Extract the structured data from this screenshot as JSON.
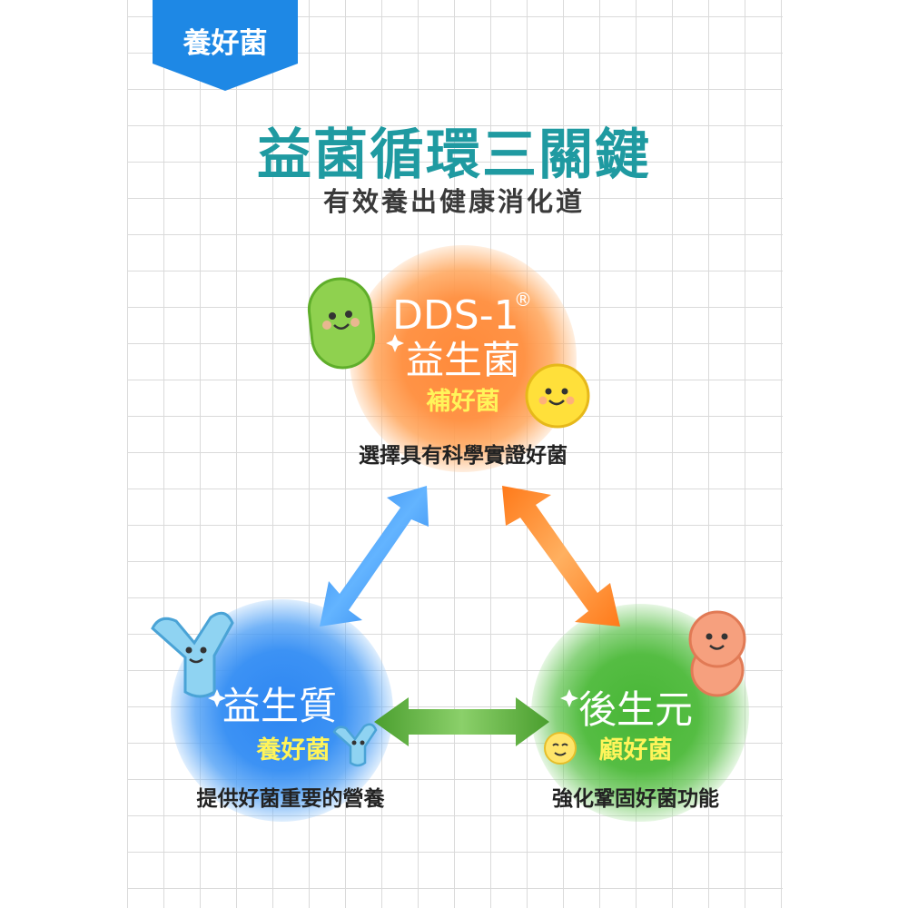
{
  "tag": {
    "label": "養好菌",
    "color": "#1e88e5"
  },
  "header": {
    "title": "益菌循環三關鍵",
    "subtitle": "有效養出健康消化道",
    "title_color": "#1f9aa1"
  },
  "nodes": {
    "top": {
      "name": "DDS-1",
      "mark": "®",
      "main": "益生菌",
      "sub": "補好菌",
      "desc": "選擇具有科學實證好菌",
      "color": "#ff8a3a"
    },
    "left": {
      "main": "益生質",
      "sub": "養好菌",
      "desc": "提供好菌重要的營養",
      "color": "#2d86f2"
    },
    "right": {
      "main": "後生元",
      "sub": "顧好菌",
      "desc": "強化鞏固好菌功能",
      "color": "#48b636"
    }
  },
  "arrows": {
    "top_left_color": "#2f8ff0",
    "top_right_color": "#ff8a2a",
    "left_right_color": "#5aaa3a"
  },
  "characters": [
    "green-bean-icon",
    "yellow-ball-icon",
    "blue-y-icon",
    "small-blue-y-icon",
    "peach-peanut-icon",
    "small-yellow-ball-icon"
  ]
}
